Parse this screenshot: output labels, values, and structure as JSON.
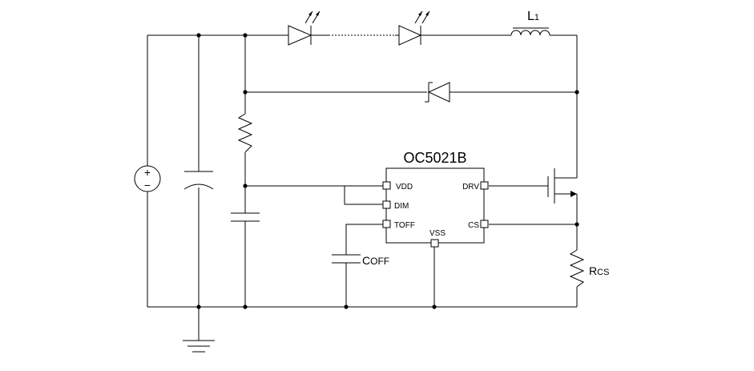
{
  "ic": {
    "name": "OC5021B",
    "pins": {
      "vdd": "VDD",
      "dim": "DIM",
      "toff": "TOFF",
      "vss": "VSS",
      "drv": "DRV",
      "cs": "CS"
    }
  },
  "inductor": {
    "label_main": "L",
    "label_sub": "1"
  },
  "capacitor_off": {
    "label_main": "C",
    "label_sub": "OFF"
  },
  "resistor_cs": {
    "label_main": "R",
    "label_sub": "CS"
  },
  "source": {
    "plus": "+",
    "minus": "−"
  },
  "colors": {
    "line": "#000000",
    "background": "#ffffff"
  }
}
